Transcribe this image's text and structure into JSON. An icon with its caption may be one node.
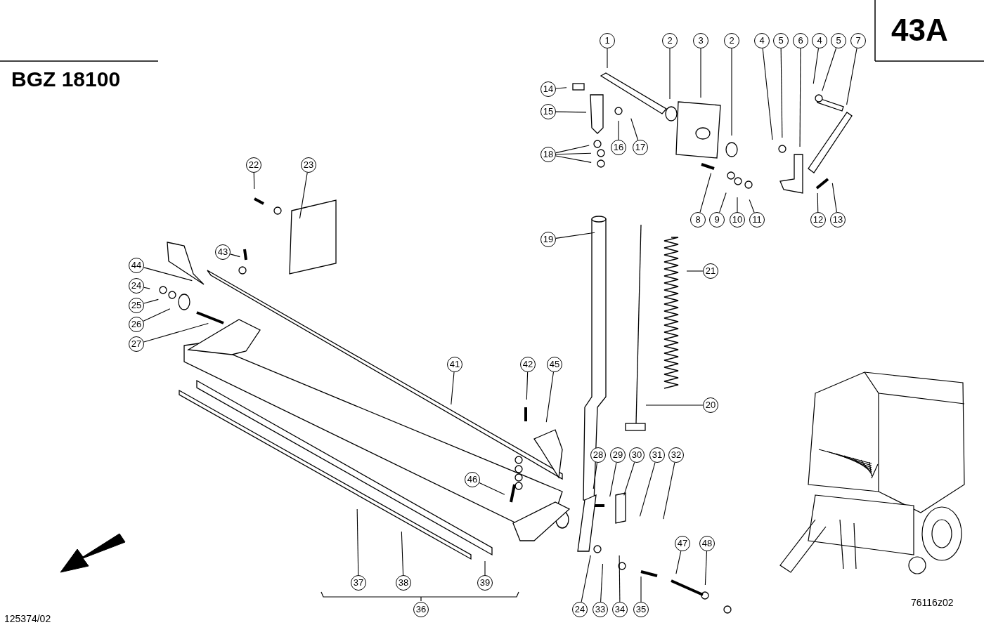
{
  "diagram": {
    "title": "BGZ 18100",
    "nodes": [
      {
        "text": [
          "1"
        ]
      },
      {
        "text": [
          "2"
        ]
      },
      {
        "text": [
          "3"
        ]
      },
      {
        "text": [
          "2"
        ]
      },
      {
        "text": [
          "4"
        ]
      },
      {
        "text": [
          "5"
        ]
      },
      {
        "text": [
          "6"
        ]
      },
      {
        "text": [
          "4"
        ]
      },
      {
        "text": [
          "5"
        ]
      },
      {
        "text": [
          "7"
        ]
      },
      {
        "text": [
          "14"
        ]
      },
      {
        "text": [
          "15"
        ]
      },
      {
        "text": [
          "16"
        ]
      },
      {
        "text": [
          "17"
        ]
      },
      {
        "text": [
          "18"
        ]
      },
      {
        "text": [
          "8"
        ]
      },
      {
        "text": [
          "9"
        ]
      },
      {
        "text": [
          "10"
        ]
      },
      {
        "text": [
          "11"
        ]
      },
      {
        "text": [
          "12"
        ]
      },
      {
        "text": [
          "13"
        ]
      },
      {
        "text": [
          "22"
        ]
      },
      {
        "text": [
          "23"
        ]
      },
      {
        "text": [
          "19"
        ]
      },
      {
        "text": [
          "21"
        ]
      },
      {
        "text": [
          "43"
        ]
      },
      {
        "text": [
          "44"
        ]
      },
      {
        "text": [
          "24"
        ]
      },
      {
        "text": [
          "25"
        ]
      },
      {
        "text": [
          "26"
        ]
      },
      {
        "text": [
          "27"
        ]
      },
      {
        "text": [
          "41"
        ]
      },
      {
        "text": [
          "42"
        ]
      },
      {
        "text": [
          "45"
        ]
      },
      {
        "text": [
          "20"
        ]
      },
      {
        "text": [
          "46"
        ]
      },
      {
        "text": [
          "28"
        ]
      },
      {
        "text": [
          "29"
        ]
      },
      {
        "text": [
          "30"
        ]
      },
      {
        "text": [
          "31"
        ]
      },
      {
        "text": [
          "32"
        ]
      },
      {
        "text": [
          "47"
        ]
      },
      {
        "text": [
          "48"
        ]
      },
      {
        "text": [
          "37"
        ]
      },
      {
        "text": [
          "38"
        ]
      },
      {
        "text": [
          "39"
        ]
      },
      {
        "text": [
          "36"
        ]
      },
      {
        "text": [
          "24"
        ]
      },
      {
        "text": [
          "33"
        ]
      },
      {
        "text": [
          "34"
        ]
      },
      {
        "text": [
          "35"
        ]
      }
    ],
    "edges": [
      {
        "from": 0,
        "to": null,
        "arrow": "none"
      },
      {
        "from": 1,
        "to": null,
        "arrow": "none"
      },
      {
        "from": 2,
        "to": null,
        "arrow": "none"
      },
      {
        "from": 3,
        "to": null,
        "arrow": "none"
      },
      {
        "from": 4,
        "to": null,
        "arrow": "none"
      },
      {
        "from": 5,
        "to": null,
        "arrow": "none"
      },
      {
        "from": 6,
        "to": null,
        "arrow": "none"
      },
      {
        "from": 7,
        "to": null,
        "arrow": "none"
      },
      {
        "from": 8,
        "to": null,
        "arrow": "none"
      },
      {
        "from": 9,
        "to": null,
        "arrow": "none"
      },
      {
        "from": 10,
        "to": null,
        "arrow": "none"
      },
      {
        "from": 11,
        "to": null,
        "arrow": "none"
      },
      {
        "from": 12,
        "to": null,
        "arrow": "none"
      },
      {
        "from": 13,
        "to": null,
        "arrow": "none"
      },
      {
        "from": 14,
        "to": null,
        "arrow": "none"
      },
      {
        "from": 14,
        "to": null,
        "arrow": "none"
      },
      {
        "from": 14,
        "to": null,
        "arrow": "none"
      },
      {
        "from": 15,
        "to": null,
        "arrow": "none"
      },
      {
        "from": 16,
        "to": null,
        "arrow": "none"
      },
      {
        "from": 17,
        "to": null,
        "arrow": "none"
      },
      {
        "from": 18,
        "to": null,
        "arrow": "none"
      },
      {
        "from": 19,
        "to": null,
        "arrow": "none"
      },
      {
        "from": 20,
        "to": null,
        "arrow": "none"
      },
      {
        "from": 21,
        "to": null,
        "arrow": "none"
      },
      {
        "from": 22,
        "to": null,
        "arrow": "none"
      },
      {
        "from": 23,
        "to": null,
        "arrow": "none"
      },
      {
        "from": 24,
        "to": null,
        "arrow": "none"
      },
      {
        "from": 25,
        "to": null,
        "arrow": "none"
      },
      {
        "from": 26,
        "to": null,
        "arrow": "none"
      },
      {
        "from": 27,
        "to": null,
        "arrow": "none"
      },
      {
        "from": 28,
        "to": null,
        "arrow": "none"
      },
      {
        "from": 29,
        "to": null,
        "arrow": "none"
      },
      {
        "from": 30,
        "to": null,
        "arrow": "none"
      },
      {
        "from": 31,
        "to": null,
        "arrow": "none"
      },
      {
        "from": 32,
        "to": null,
        "arrow": "none"
      },
      {
        "from": 33,
        "to": null,
        "arrow": "none"
      },
      {
        "from": 34,
        "to": null,
        "arrow": "none"
      },
      {
        "from": 35,
        "to": null,
        "arrow": "none"
      },
      {
        "from": 36,
        "to": null,
        "arrow": "none"
      },
      {
        "from": 37,
        "to": null,
        "arrow": "none"
      },
      {
        "from": 38,
        "to": null,
        "arrow": "none"
      },
      {
        "from": 39,
        "to": null,
        "arrow": "none"
      },
      {
        "from": 40,
        "to": null,
        "arrow": "none"
      },
      {
        "from": 41,
        "to": null,
        "arrow": "none"
      },
      {
        "from": 42,
        "to": null,
        "arrow": "none"
      },
      {
        "from": 43,
        "to": null,
        "arrow": "none"
      },
      {
        "from": 44,
        "to": null,
        "arrow": "none"
      },
      {
        "from": 45,
        "to": null,
        "arrow": "none"
      },
      {
        "from": 47,
        "to": null,
        "arrow": "none"
      },
      {
        "from": 48,
        "to": null,
        "arrow": "none"
      },
      {
        "from": 49,
        "to": null,
        "arrow": "none"
      },
      {
        "from": 50,
        "to": null,
        "arrow": "none"
      }
    ],
    "labels": [
      "43A",
      "125374/02",
      "76116z02"
    ]
  }
}
